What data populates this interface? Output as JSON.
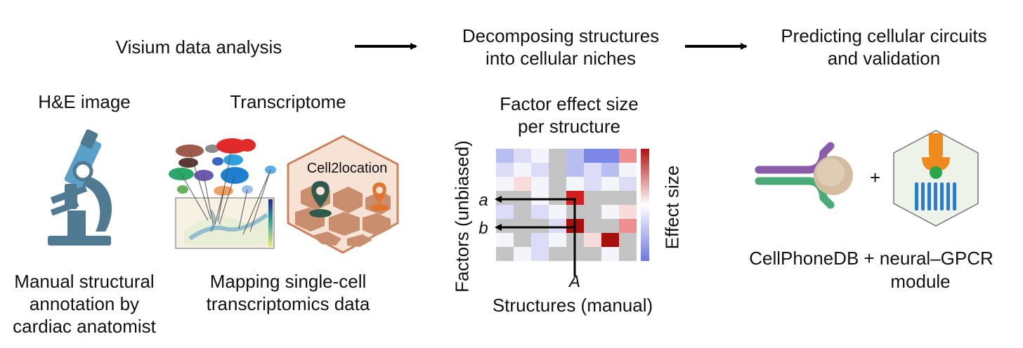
{
  "steps": {
    "step1": "Visium data analysis",
    "step2_line1": "Decomposing structures",
    "step2_line2": "into cellular niches",
    "step3_line1": "Predicting cellular circuits",
    "step3_line2": "and validation"
  },
  "panel_he": {
    "title": "H&E image",
    "caption_line1": "Manual structural",
    "caption_line2": "annotation by",
    "caption_line3": "cardiac anatomist"
  },
  "panel_tx": {
    "title": "Transcriptome",
    "tool": "Cell2location",
    "caption_line1": "Mapping single-cell",
    "caption_line2": "transcriptomics data"
  },
  "panel_heatmap": {
    "title_line1": "Factor effect size",
    "title_line2": "per structure",
    "ylabel": "Factors (unbiased)",
    "xlabel": "Structures (manual)",
    "colorbar_label": "Effect size",
    "marker_a": "a",
    "marker_b": "b",
    "marker_A": "A"
  },
  "panel_cpdb": {
    "plus": "+",
    "caption_line1": "CellPhoneDB + neural–GPCR",
    "caption_line2": "module"
  },
  "colors": {
    "microscope": "#4f7a92",
    "microscope_light": "#5aa0c8",
    "hex_fill": "#f7e3d6",
    "hex_stroke": "#c9845f",
    "tile": "#c98e6e",
    "pin_dark": "#2f5a4c",
    "pin_orange": "#e0752f",
    "purple": "#8a5bab",
    "green": "#4aaa78",
    "cell": "#d4bca0",
    "gpcr_orange": "#ee8a1e",
    "gpcr_green": "#2ca64a",
    "gpcr_blue": "#2d7ccc",
    "heat_red": "#b01010",
    "heat_blue": "#6a78e0",
    "heat_grey": "#c4c4c4"
  }
}
